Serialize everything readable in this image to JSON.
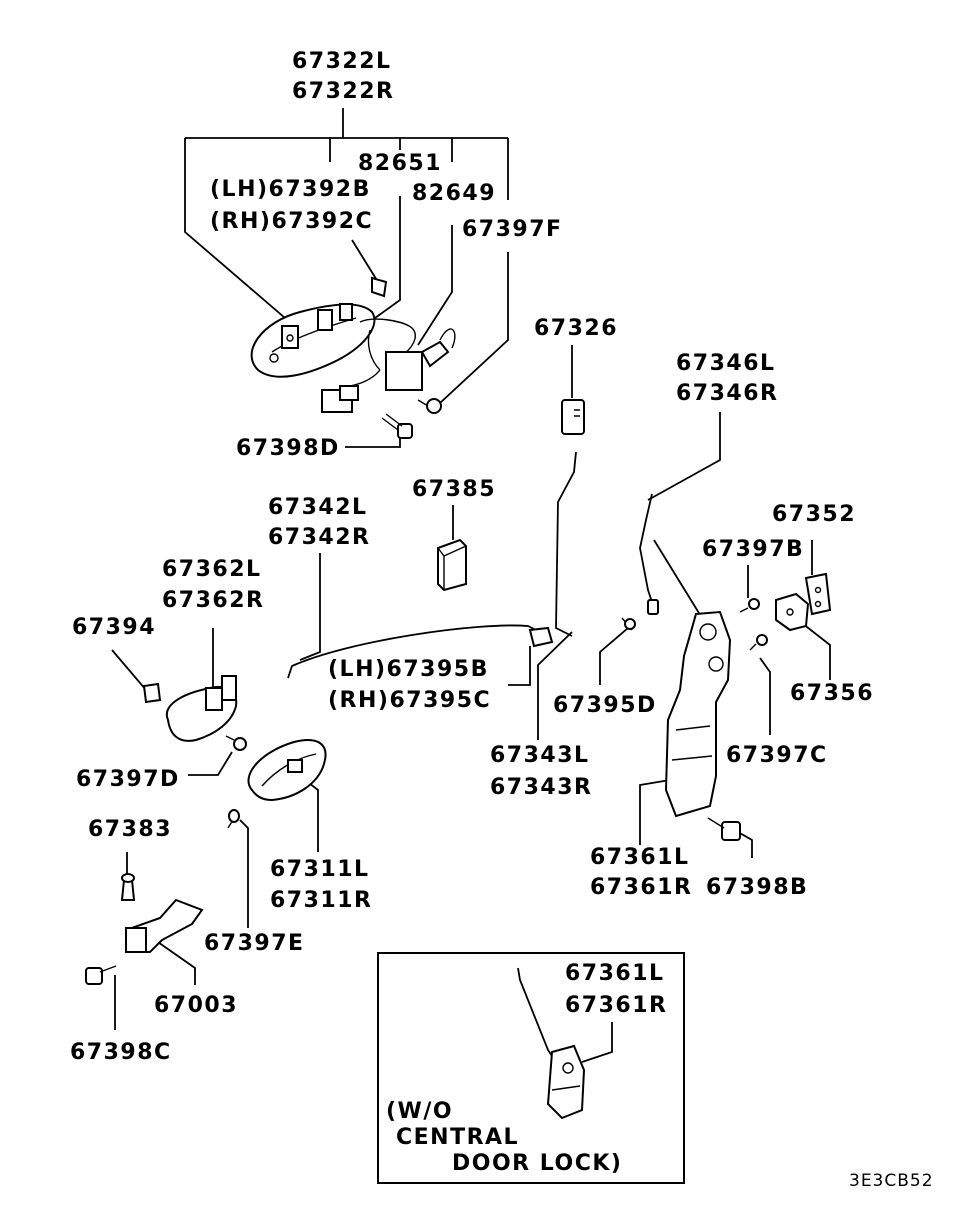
{
  "diagram": {
    "code": "3E3CB52",
    "labels": {
      "p67322": [
        "67322L",
        "67322R"
      ],
      "p82651": "82651",
      "p67392": [
        "(LH)67392B",
        "(RH)67392C"
      ],
      "p82649": "82649",
      "p67397F": "67397F",
      "p67326": "67326",
      "p67346": [
        "67346L",
        "67346R"
      ],
      "p67398D": "67398D",
      "p67342": [
        "67342L",
        "67342R"
      ],
      "p67385": "67385",
      "p67352": "67352",
      "p67397B": "67397B",
      "p67362": [
        "67362L",
        "67362R"
      ],
      "p67394": "67394",
      "p67395BC": [
        "(LH)67395B",
        "(RH)67395C"
      ],
      "p67395D": "67395D",
      "p67356": "67356",
      "p67397D": "67397D",
      "p67343": [
        "67343L",
        "67343R"
      ],
      "p67397C": "67397C",
      "p67383": "67383",
      "p67311": [
        "67311L",
        "67311R"
      ],
      "p67361": [
        "67361L",
        "67361R"
      ],
      "p67398B": "67398B",
      "p67397E": "67397E",
      "p67003": "67003",
      "p67398C": "67398C",
      "inset": {
        "part": [
          "67361L",
          "67361R"
        ],
        "note": [
          "(W/O",
          "CENTRAL",
          "DOOR LOCK)"
        ]
      }
    }
  }
}
